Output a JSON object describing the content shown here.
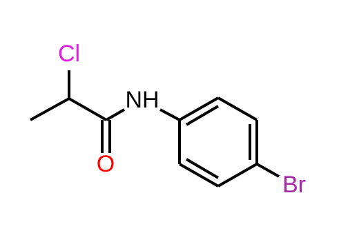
{
  "molecule": {
    "atoms": {
      "chlorine": {
        "label": "Cl",
        "color": "#e31be3"
      },
      "nitrogen": {
        "label": "NH",
        "color": "#000000"
      },
      "oxygen": {
        "label": "O",
        "color": "#ff0000"
      },
      "bromine": {
        "label": "Br",
        "color": "#a52aa5"
      }
    },
    "bond_color": "#000000"
  }
}
